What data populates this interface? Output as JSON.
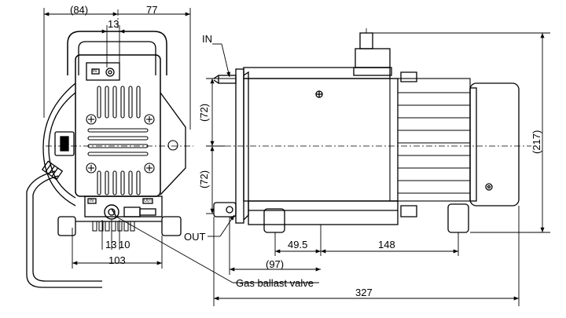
{
  "front_view": {
    "dim_width_left": "(84)",
    "dim_width_right": "77",
    "dim_port_offset": "13",
    "dim_valve_a": "13",
    "dim_valve_b": "10",
    "dim_foot_span": "103",
    "plate_in": "IN",
    "plate_out": "OUT"
  },
  "side_view": {
    "label_in": "IN",
    "label_out": "OUT",
    "dim_upper_port": "(72)",
    "dim_lower_port": "(72)",
    "dim_height": "(217)",
    "dim_foot_offset": "49.5",
    "dim_foot_pitch": "148",
    "dim_outlet": "(97)",
    "dim_total_length": "327"
  },
  "callouts": {
    "gas_ballast_valve": "Gas ballast valve"
  }
}
